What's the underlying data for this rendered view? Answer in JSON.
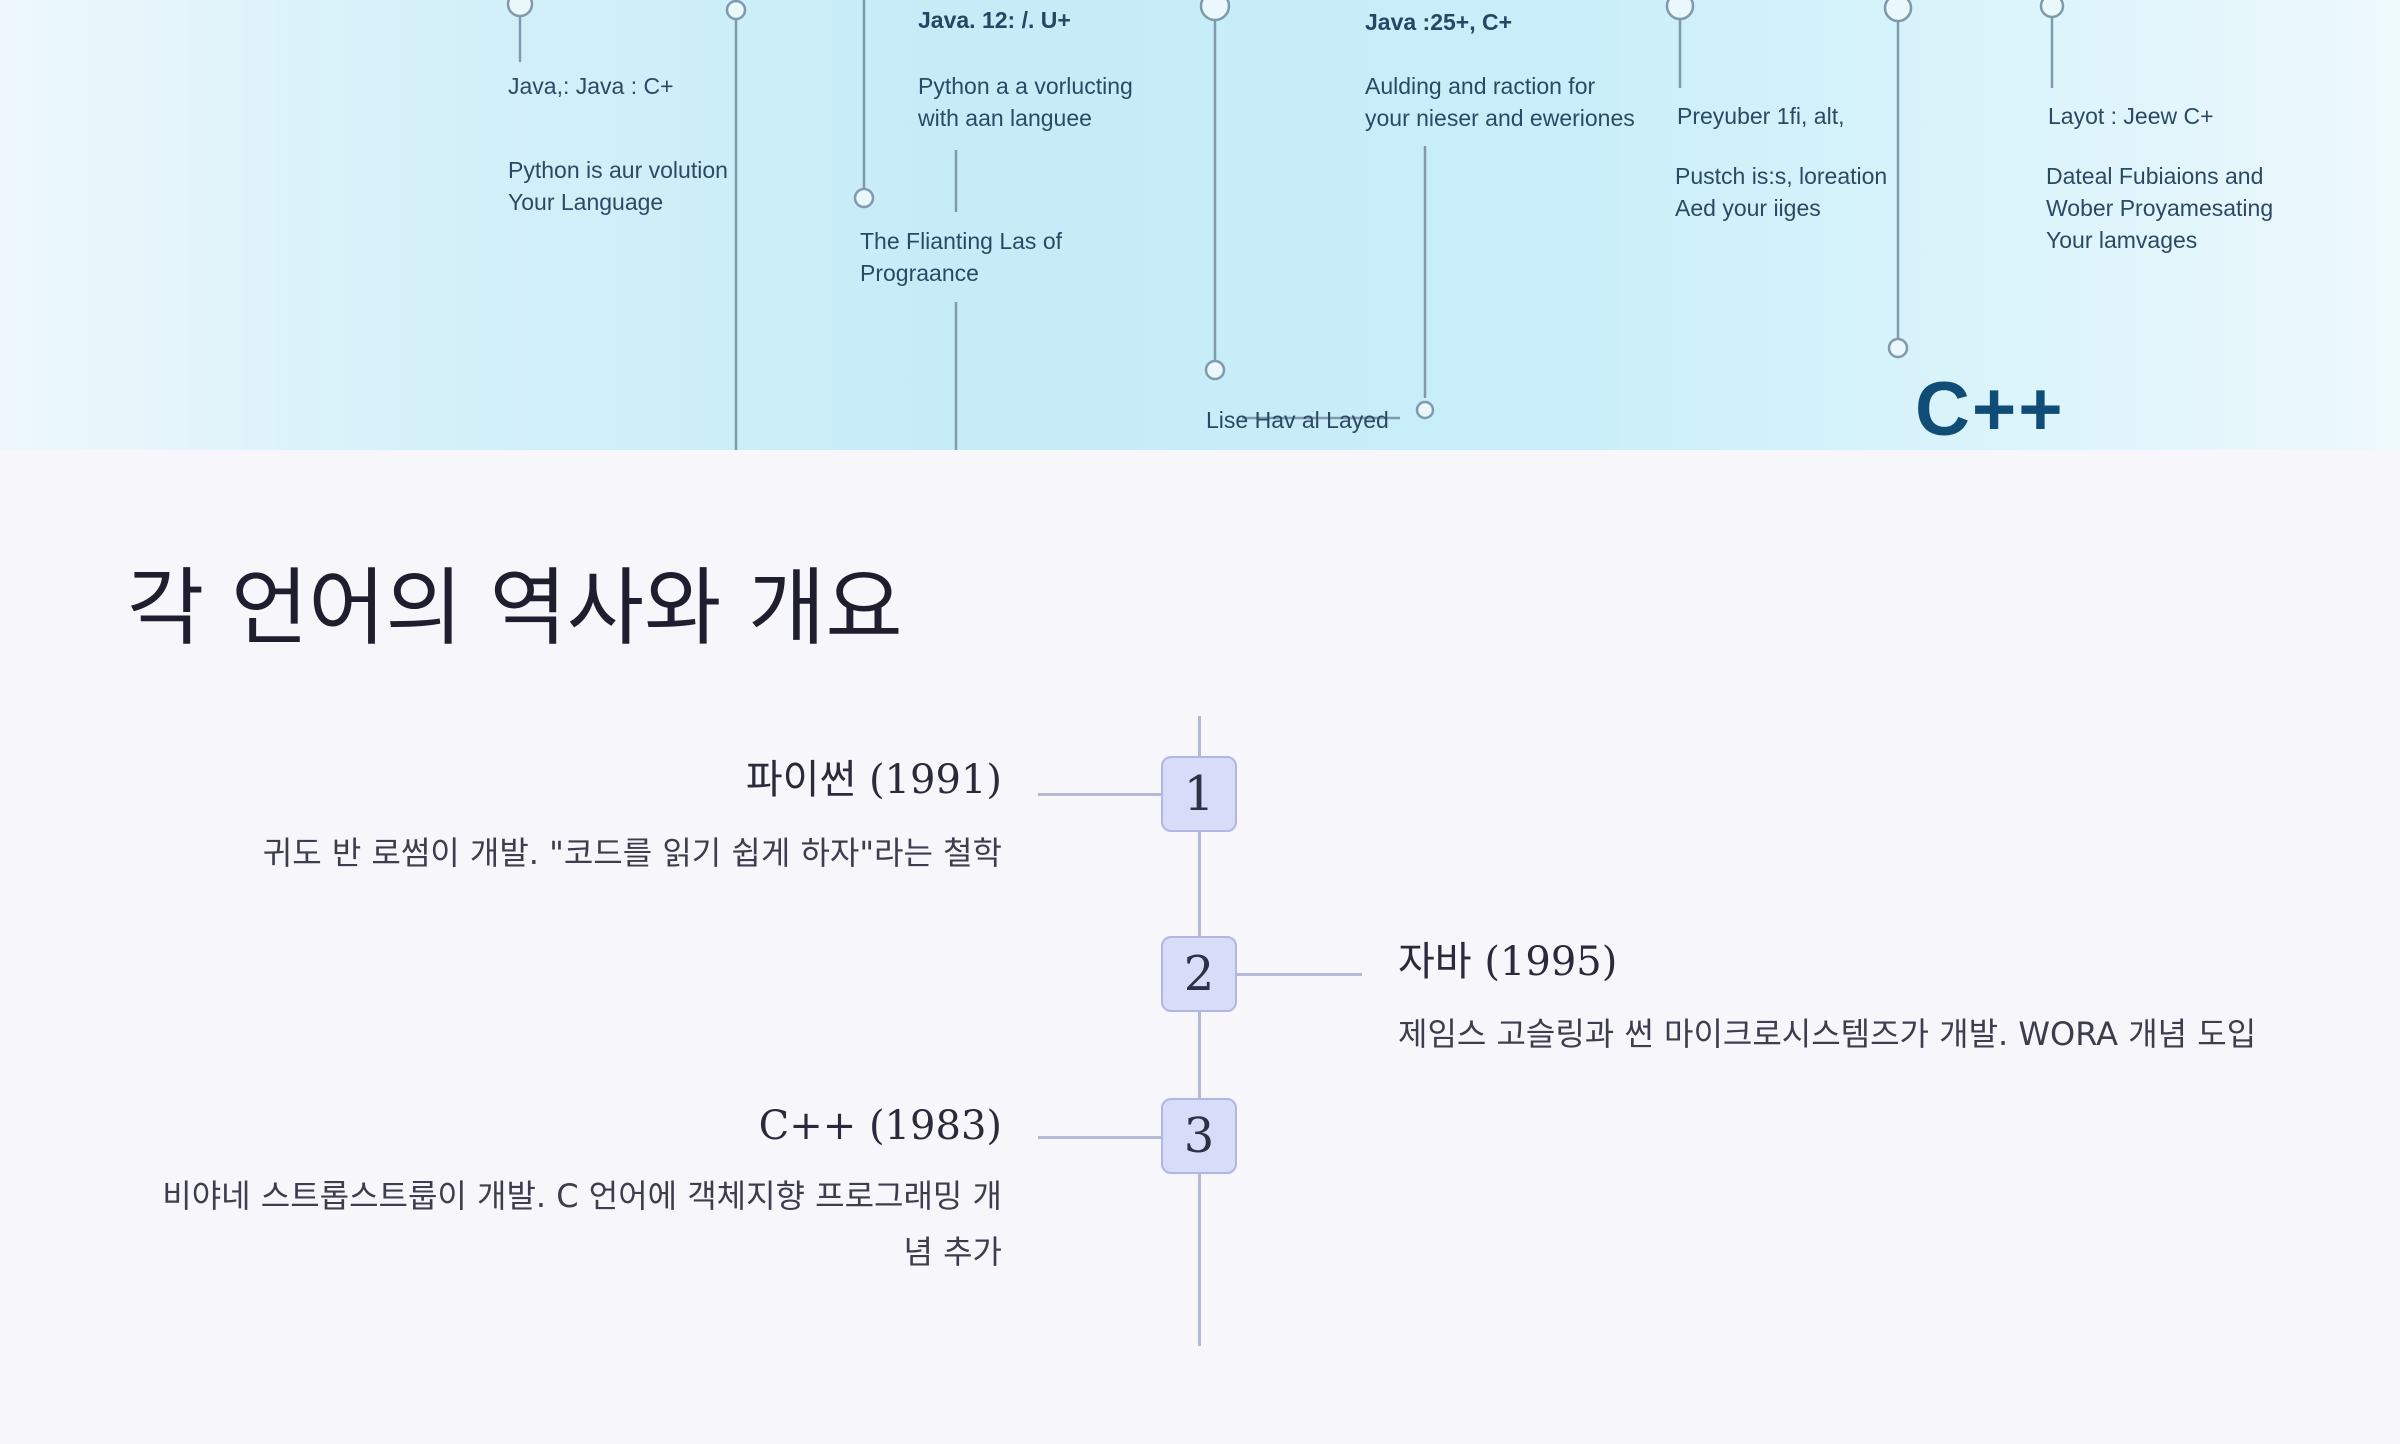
{
  "banner": {
    "texts": [
      {
        "id": "b1",
        "text": "Java,: Java : C+",
        "head": false
      },
      {
        "id": "b2",
        "text": "Python is aur volution\nYour Language",
        "head": false
      },
      {
        "id": "b3",
        "text": "Java. 12: /. U+",
        "head": true
      },
      {
        "id": "b4",
        "text": "Python a a vorlucting\nwith aan languee",
        "head": false
      },
      {
        "id": "b5",
        "text": "The Flianting Las of\nPrograance",
        "head": false
      },
      {
        "id": "b6",
        "text": "Java :25+, C+",
        "head": true
      },
      {
        "id": "b7",
        "text": "Aulding and raction for\nyour nieser and eweriones",
        "head": false
      },
      {
        "id": "b8",
        "text": "Lise Hav al Layed",
        "head": false
      },
      {
        "id": "b9",
        "text": "Preyuber 1fi, alt,",
        "head": false
      },
      {
        "id": "b10",
        "text": "Pustch is:s, loreation\nAed your iiges",
        "head": false
      },
      {
        "id": "b11",
        "text": "Layot : Jeew C+",
        "head": false
      },
      {
        "id": "b12",
        "text": "Dateal Fubiaions and\nWober Proyamesating\nYour lamvages",
        "head": false
      }
    ],
    "logo": "C++"
  },
  "title": "각 언어의 역사와 개요",
  "timeline": [
    {
      "number": "1",
      "title": "파이썬 (1991)",
      "desc": "귀도 반 로썸이 개발. \"코드를 읽기 쉽게 하자\"라는 철학",
      "side": "left"
    },
    {
      "number": "2",
      "title": "자바 (1995)",
      "desc": "제임스 고슬링과 썬 마이크로시스템즈가 개발. WORA 개념 도입",
      "side": "right"
    },
    {
      "number": "3",
      "title": "C++ (1983)",
      "desc": "비야네 스트롭스트룹이 개발. C 언어에 객체지향 프로그래밍 개념 추가",
      "side": "left"
    }
  ],
  "colors": {
    "page_bg": "#f6f6fb",
    "marker_fill": "#d7dcf8",
    "axis": "#b4b9d6",
    "banner_line": "#7f99ad",
    "logo": "#0f4d77"
  }
}
